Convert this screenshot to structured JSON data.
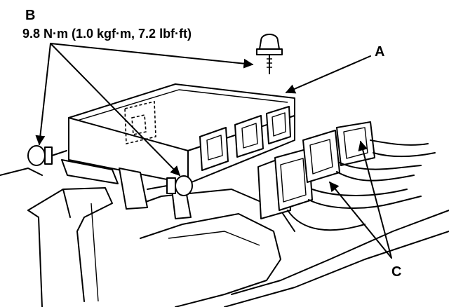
{
  "labels": {
    "b": "B",
    "torque": "9.8 N·m (1.0 kgf·m, 7.2 lbf·ft)",
    "a": "A",
    "c": "C"
  }
}
